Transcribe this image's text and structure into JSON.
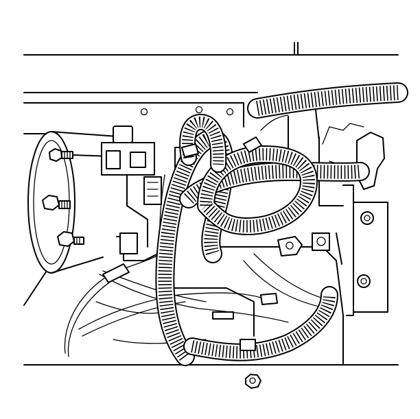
{
  "illustration": {
    "background": "#ffffff",
    "ink": "#000000",
    "hoses": [
      {
        "id": "hose-top-right",
        "rib_spacing": 5
      },
      {
        "id": "hose-big-loop",
        "rib_spacing": 5
      },
      {
        "id": "hose-middle-run",
        "rib_spacing": 5
      },
      {
        "id": "hose-center-loop",
        "rib_spacing": 5
      },
      {
        "id": "hose-lower-run",
        "rib_spacing": 5
      },
      {
        "id": "hose-top-arch",
        "rib_spacing": 5
      }
    ]
  }
}
